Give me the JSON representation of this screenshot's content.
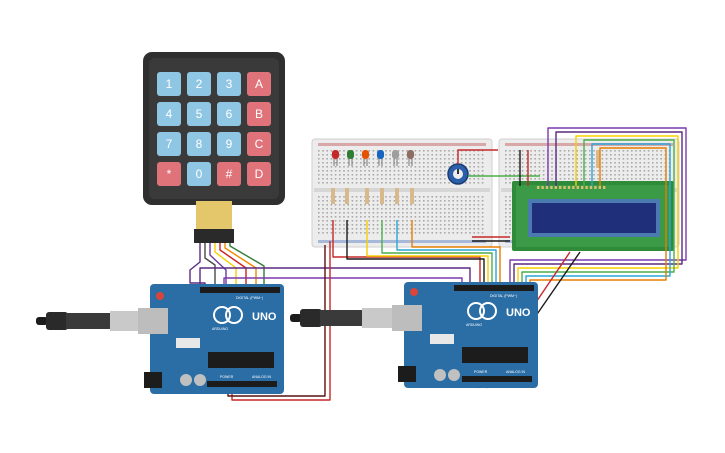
{
  "keypad": {
    "rows": [
      [
        "1",
        "2",
        "3",
        "A"
      ],
      [
        "4",
        "5",
        "6",
        "B"
      ],
      [
        "7",
        "8",
        "9",
        "C"
      ],
      [
        "*",
        "0",
        "#",
        "D"
      ]
    ]
  },
  "arduino_left": {
    "label": "UNO",
    "brand": "ARDUINO",
    "digital_header": "DIGITAL (PWM~)",
    "power_label": "POWER",
    "analog_label": "ANALOG IN"
  },
  "arduino_right": {
    "label": "UNO",
    "brand": "ARDUINO",
    "digital_header": "DIGITAL (PWM~)",
    "power_label": "POWER",
    "analog_label": "ANALOG IN"
  },
  "leds": {
    "colors": [
      "#c62828",
      "#2e7d32",
      "#e65100",
      "#1565c0",
      "#9e9e9e",
      "#8d6e63"
    ]
  },
  "colors": {
    "board_blue": "#2b6ea6",
    "keypad_body": "#2f2f2f",
    "key_blue": "#8fc6e3",
    "key_red": "#e0737a",
    "lcd_green": "#2e8b3a",
    "lcd_screen": "#1f2f7a",
    "breadboard": "#e9e9e9"
  }
}
